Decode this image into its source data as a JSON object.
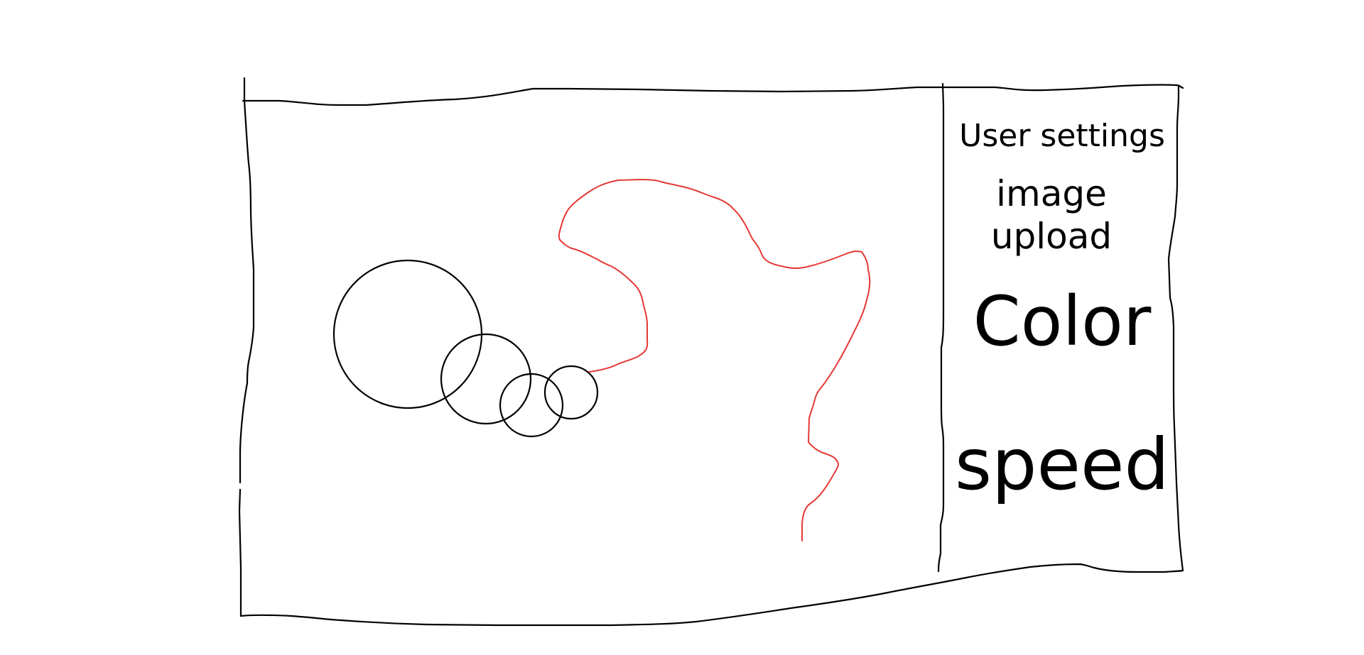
{
  "colors": {
    "outline": "#000000",
    "path": "#e53935",
    "background": "#ffffff"
  },
  "sidebar": {
    "user_settings": "User settings",
    "image_upload": "image upload",
    "color": "Color",
    "speed": "speed"
  }
}
